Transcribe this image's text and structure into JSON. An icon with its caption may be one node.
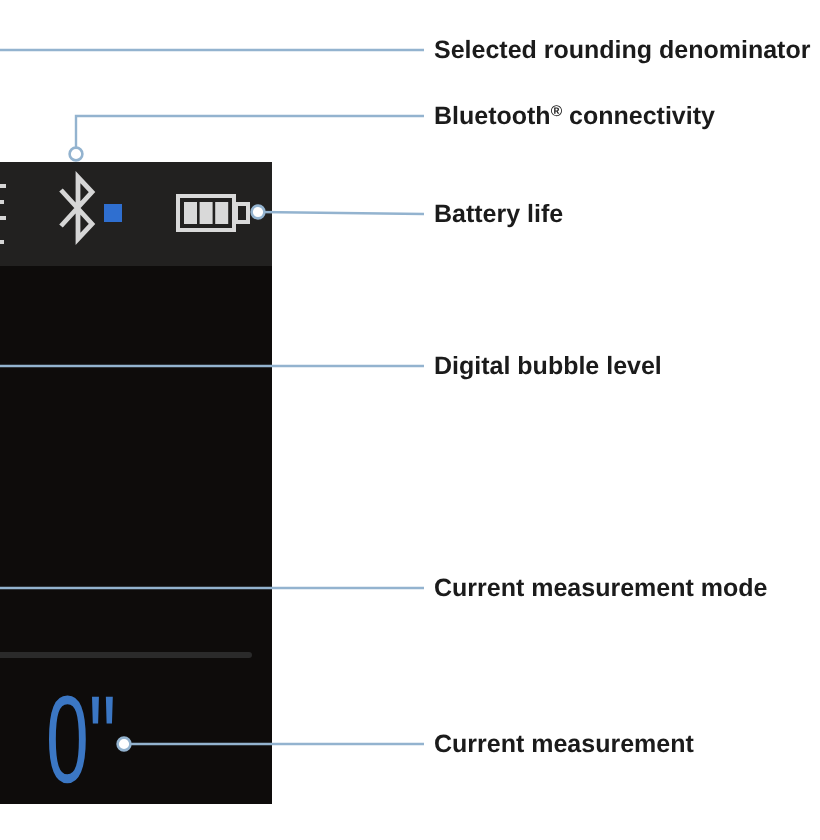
{
  "diagram": {
    "nodes": [
      {
        "text": [
          "Selected rounding denominator"
        ]
      },
      {
        "text": [
          "Bluetooth$^{®}$ connectivity"
        ]
      },
      {
        "text": [],
        "shape": "picture"
      },
      {
        "text": [],
        "shape": "picture"
      },
      {
        "text": [
          "Battery life"
        ]
      },
      {
        "text": [
          "Digital bubble level"
        ]
      },
      {
        "text": [
          "Current measurement mode"
        ]
      },
      {
        "text": [
          "0\""
        ]
      },
      {
        "text": [
          "Current measurement"
        ]
      }
    ],
    "edges": [
      {
        "from": 0,
        "to": null,
        "arrow": "none"
      },
      {
        "from": 1,
        "to": 2,
        "arrow": "other"
      },
      {
        "from": 4,
        "to": 3,
        "arrow": "other"
      },
      {
        "from": 5,
        "to": null,
        "arrow": "none"
      },
      {
        "from": 6,
        "to": null,
        "arrow": "none"
      },
      {
        "from": 8,
        "to": 7,
        "arrow": "other"
      }
    ]
  }
}
